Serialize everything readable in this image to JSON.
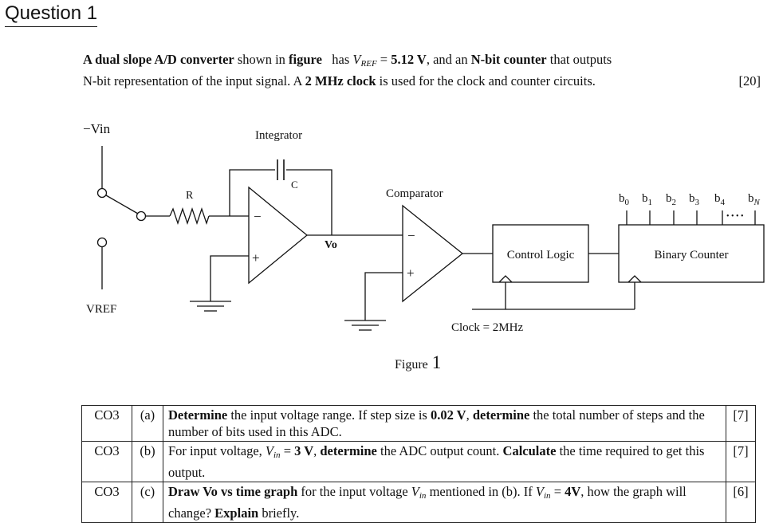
{
  "heading": "Question 1",
  "intro": {
    "p1_a": "A dual slope A/D converter",
    "p1_b": " shown in ",
    "p1_c": "figure",
    "p1_d": "   has ",
    "vref_sym": "V",
    "vref_sub": "REF",
    "p1_e": " = ",
    "p1_f": "5.12 V",
    "p1_g": ", and an ",
    "p1_h": "N-bit counter",
    "p1_i": " that outputs",
    "p2_a": "N-bit representation of the input signal. A ",
    "p2_b": "2 MHz clock",
    "p2_c": " is used for the clock and counter circuits.",
    "marks": "[20]"
  },
  "figure": {
    "vin_label": "−Vin",
    "vref_label": "VREF",
    "integrator_label": "Integrator",
    "r_label": "R",
    "c_label": "C",
    "minus": "−",
    "plus": "+",
    "vo_label": "Vo",
    "comparator_label": "Comparator",
    "control_logic": "Control Logic",
    "binary_counter": "Binary Counter",
    "bits": [
      {
        "b": "b",
        "s": "0"
      },
      {
        "b": "b",
        "s": "1"
      },
      {
        "b": "b",
        "s": "2"
      },
      {
        "b": "b",
        "s": "3"
      },
      {
        "b": "b",
        "s": "4"
      },
      {
        "b": "b",
        "s": "N"
      }
    ],
    "dots": "• • • •",
    "clock_label": "Clock = 2MHz",
    "caption": "Figure",
    "caption_num": "1"
  },
  "questions": [
    {
      "co": "CO3",
      "part": "(a)",
      "marks": "[7]",
      "t1": "Determine",
      "t2": " the input voltage range. If step size is ",
      "t3": "0.02 V",
      "t4": ", ",
      "t5": "determine",
      "t6": " the total number of steps and the number of bits used in this ADC."
    },
    {
      "co": "CO3",
      "part": "(b)",
      "marks": "[7]",
      "t1": "For input voltage, ",
      "t2": "V",
      "t2s": "in",
      "t3": " = ",
      "t4": "3 V",
      "t5": ", ",
      "t6": "determine",
      "t7": " the ADC output count. ",
      "t8": "Calculate",
      "t9": " the time required to get this output."
    },
    {
      "co": "CO3",
      "part": "(c)",
      "marks": "[6]",
      "t1": "Draw Vo vs time graph",
      "t2": " for the input voltage ",
      "t3": "V",
      "t3s": "in",
      "t4": " mentioned in (b). If ",
      "t5": "V",
      "t5s": "in",
      "t6": " = ",
      "t7": "4V",
      "t8": ", how the graph will change? ",
      "t9": "Explain",
      "t10": " briefly."
    }
  ]
}
